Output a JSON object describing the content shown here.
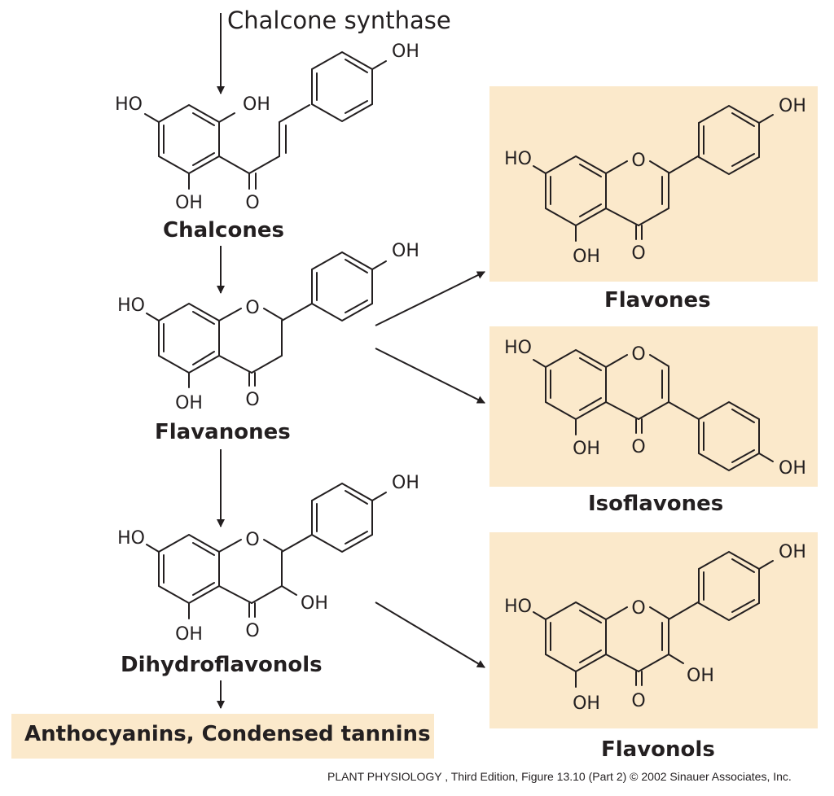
{
  "enzyme": "Chalcone synthase",
  "compounds": {
    "chalcones": "Chalcones",
    "flavanones": "Flavanones",
    "dihydroflavonols": "Dihydroflavonols",
    "flavones": "Flavones",
    "isoflavones": "Isoflavones",
    "flavonols": "Flavonols",
    "end_products": "Anthocyanins, Condensed tannins"
  },
  "atoms": {
    "hydroxyl": "OH",
    "hydroxyl_left": "HO",
    "oxygen": "O"
  },
  "credit": "PLANT PHYSIOLOGY , Third Edition, Figure 13.10 (Part 2)  © 2002 Sinauer Associates, Inc.",
  "colors": {
    "panel": "#fbe9cb",
    "ink": "#231f20"
  }
}
